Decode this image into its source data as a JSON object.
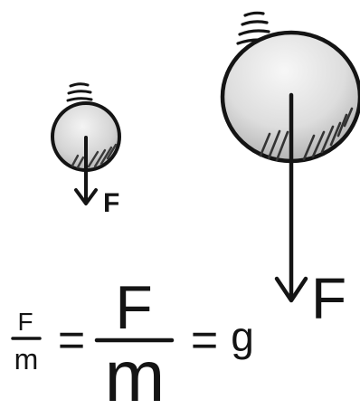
{
  "diagram": {
    "small_ball": {
      "force_label": "F"
    },
    "large_ball": {
      "force_label": "F"
    },
    "equation": {
      "small_numerator": "F",
      "small_denominator": "m",
      "equals_1": "=",
      "big_numerator": "F",
      "big_denominator": "m",
      "equals_2": "=",
      "result": "g"
    }
  },
  "colors": {
    "ink": "#141414",
    "ball_fill": "#dcdcdc",
    "ball_shade": "#9a9a9a",
    "background": "#ffffff"
  }
}
